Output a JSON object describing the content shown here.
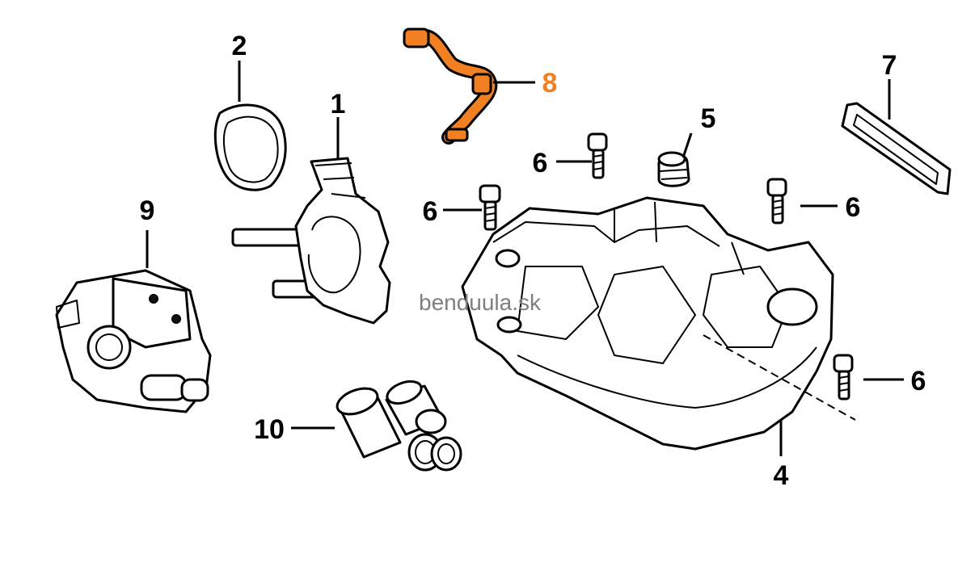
{
  "watermark": "benduula.sk",
  "highlight_color": "#f28022",
  "callouts": {
    "p1": "1",
    "p2": "2",
    "p4": "4",
    "p5": "5",
    "p6a": "6",
    "p6b": "6",
    "p6c": "6",
    "p6d": "6",
    "p7": "7",
    "p8": "8",
    "p9": "9",
    "p10": "10"
  },
  "highlighted_part": "8"
}
